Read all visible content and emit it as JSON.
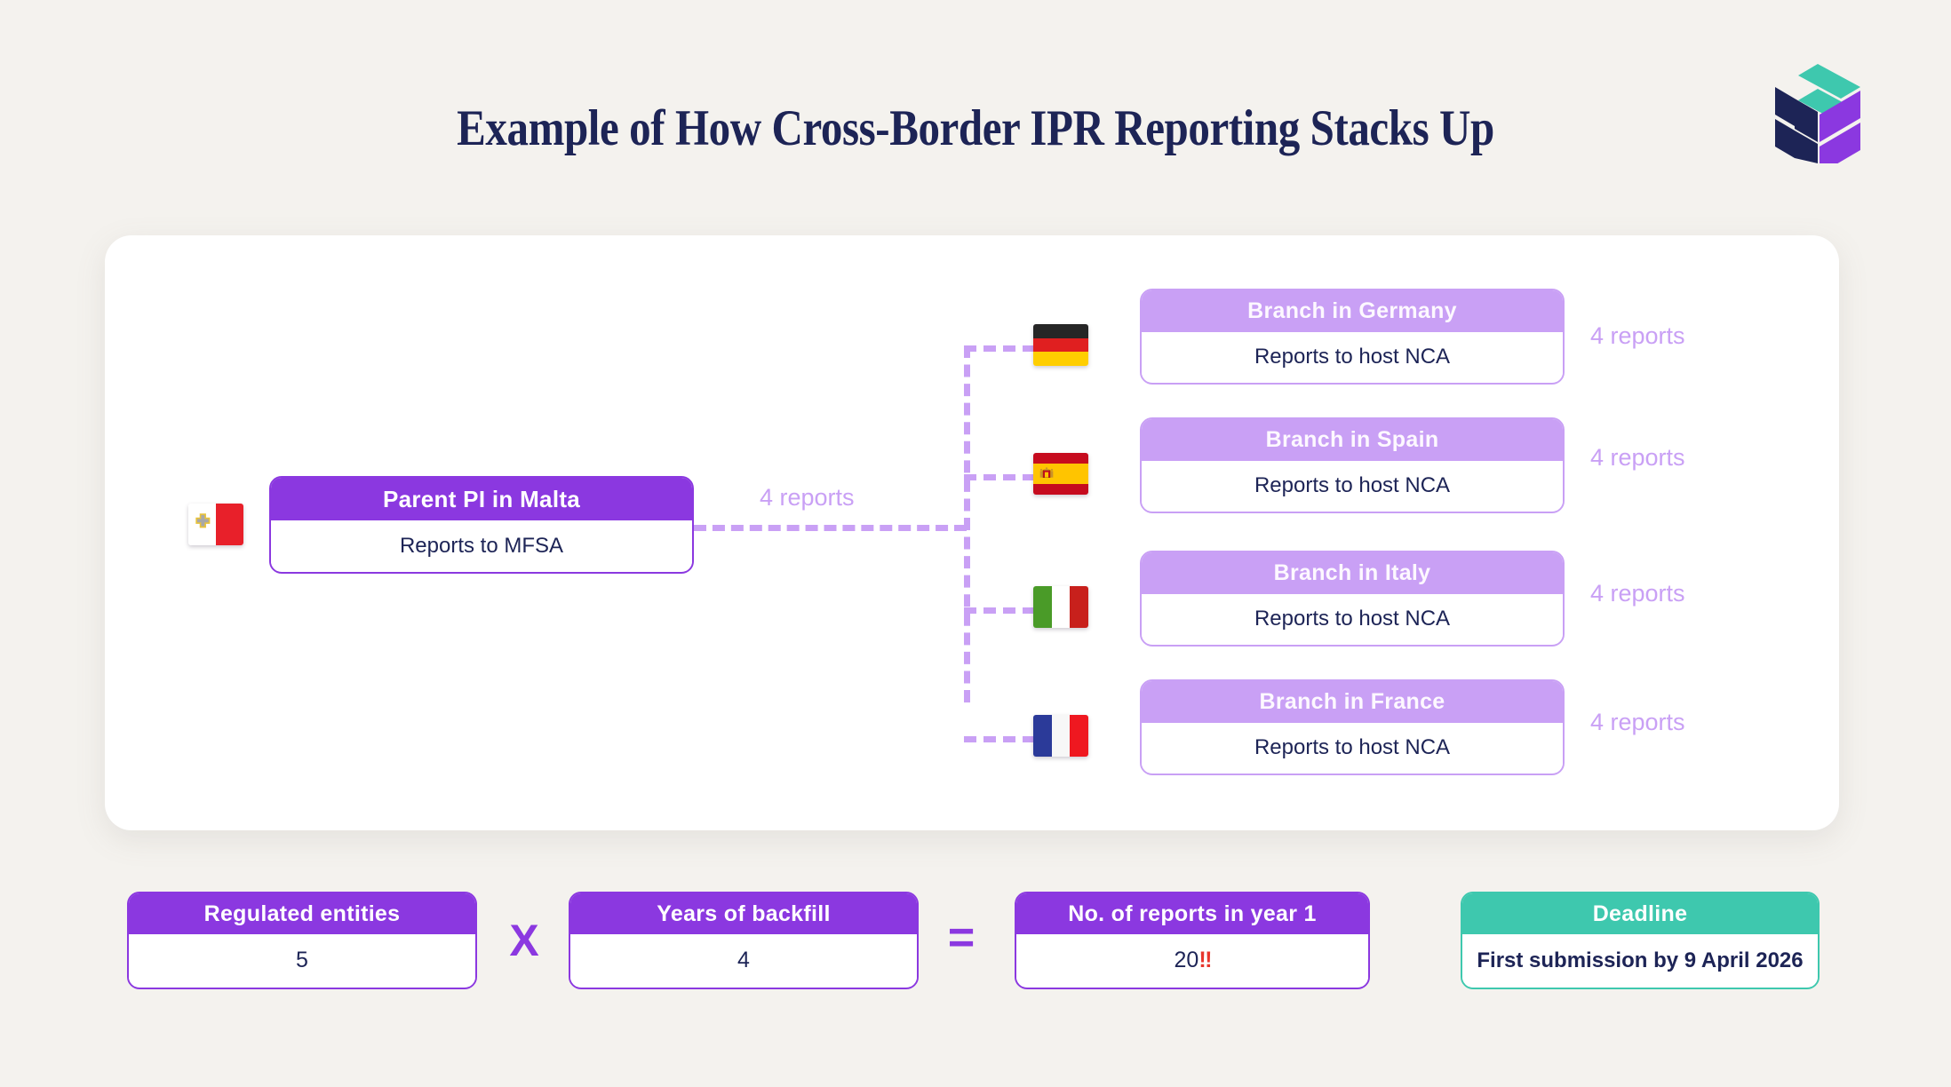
{
  "header": {
    "title": "Example of How Cross-Border IPR Reporting Stacks Up",
    "logo_icon": "stacked-cube-logo-icon",
    "logo_colors": {
      "top": "#3EC8AE",
      "left": "#1d2456",
      "right": "#8B38E0"
    }
  },
  "colors": {
    "background": "#f4f2ee",
    "card": "#ffffff",
    "primary_purple": "#8B38E0",
    "light_purple": "#C9A0F5",
    "navy": "#1d2456",
    "teal": "#3EC8AE",
    "alert_red": "#e8352c"
  },
  "diagram": {
    "parent": {
      "flag_icon": "flag-malta-icon",
      "title": "Parent PI in Malta",
      "subtitle": "Reports to MFSA"
    },
    "trunk_label": "4 reports",
    "branches": [
      {
        "flag_icon": "flag-germany-icon",
        "title": "Branch in Germany",
        "subtitle": "Reports to host NCA",
        "reports_label": "4 reports"
      },
      {
        "flag_icon": "flag-spain-icon",
        "title": "Branch in Spain",
        "subtitle": "Reports to host NCA",
        "reports_label": "4 reports"
      },
      {
        "flag_icon": "flag-italy-icon",
        "title": "Branch in Italy",
        "subtitle": "Reports to host NCA",
        "reports_label": "4 reports"
      },
      {
        "flag_icon": "flag-france-icon",
        "title": "Branch in France",
        "subtitle": "Reports to host NCA",
        "reports_label": "4 reports"
      }
    ]
  },
  "formula": {
    "entities": {
      "label": "Regulated entities",
      "value": "5"
    },
    "operator_multiply": "X",
    "backfill": {
      "label": "Years of backfill",
      "value": "4"
    },
    "operator_equals": "=",
    "result": {
      "label": "No. of reports in year 1",
      "value": "20",
      "alert_icon": "double-exclamation-icon",
      "alert_glyph": "‼"
    }
  },
  "deadline": {
    "label": "Deadline",
    "value": "First submission by 9 April 2026"
  }
}
